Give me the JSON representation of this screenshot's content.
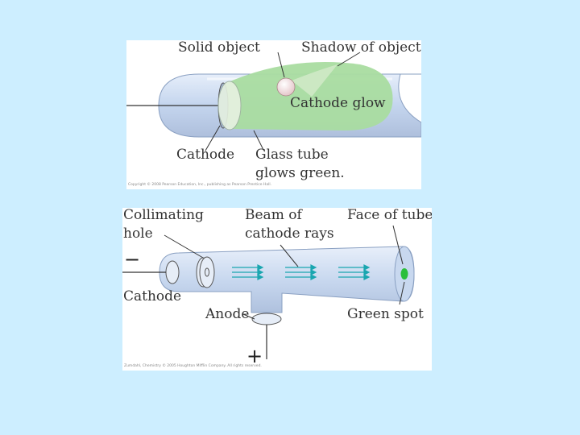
{
  "top_diagram": {
    "labels": {
      "solid_object": "Solid object",
      "shadow_of_object": "Shadow of object",
      "cathode_glow": "Cathode glow",
      "cathode": "Cathode",
      "glass_tube_line1": "Glass tube",
      "glass_tube_line2": "glows green."
    },
    "copyright": "Copyright © 2008 Pearson Education, Inc., publishing as Pearson Prentice Hall."
  },
  "bottom_diagram": {
    "labels": {
      "collimating_line1": "Collimating",
      "collimating_line2": "hole",
      "beam_line1": "Beam of",
      "beam_line2": "cathode rays",
      "face_of_tube": "Face of tube",
      "cathode": "Cathode",
      "anode": "Anode",
      "green_spot": "Green spot",
      "minus_sign": "−",
      "plus_sign": "+"
    },
    "copyright": "Zumdahl, Chemistry © 2005 Houghton Mifflin Company. All rights reserved."
  },
  "colors": {
    "background": "#cdeeff",
    "tube": "#c9d9ef",
    "glow": "#a9dca0",
    "rays": "#1aa6b0",
    "spot": "#2bbf3a"
  }
}
